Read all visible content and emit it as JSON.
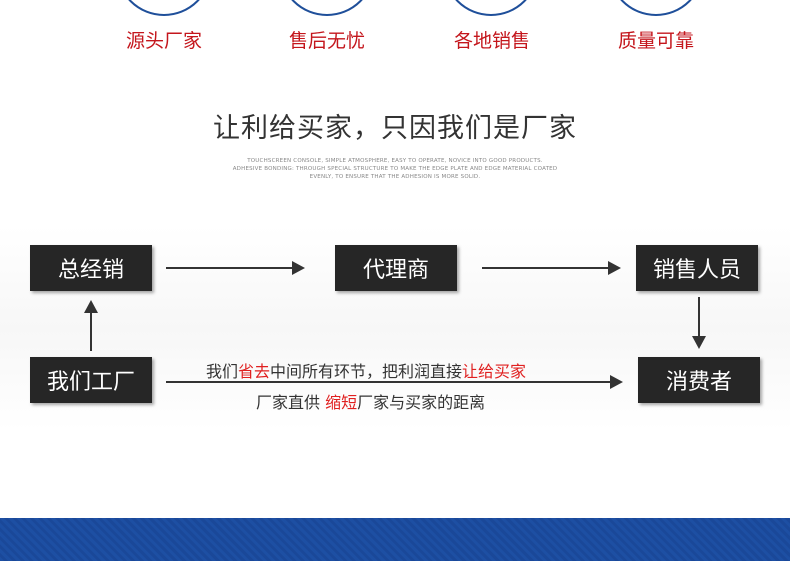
{
  "features": [
    {
      "label": "源头厂家"
    },
    {
      "label": "售后无忧"
    },
    {
      "label": "各地销售"
    },
    {
      "label": "质量可靠"
    }
  ],
  "headline": "让利给买家，只因我们是厂家",
  "subtext": [
    "TOUCHSCREEN CONSOLE, SIMPLE ATMOSPHERE, EASY TO OPERATE, NOVICE INTO GOOD PRODUCTS.",
    "ADHESIVE BONDING: THROUGH SPECIAL STRUCTURE TO MAKE THE EDGE PLATE AND EDGE MATERIAL COATED",
    "EVENLY, TO ENSURE THAT THE ADHESION IS MORE SOLID."
  ],
  "flow": {
    "distributor": "总经销",
    "agent": "代理商",
    "sales": "销售人员",
    "factory": "我们工厂",
    "consumer": "消费者",
    "note1": {
      "a": "我们",
      "b": "省去",
      "c": "中间所有环节，把利润直接",
      "d": "让给买家"
    },
    "note2": {
      "a": "厂家直供 ",
      "b": "缩短",
      "c": "厂家与买家的距离"
    }
  },
  "colors": {
    "accent": "#c4161c",
    "box": "#262626",
    "band": "#1d4fa3"
  }
}
